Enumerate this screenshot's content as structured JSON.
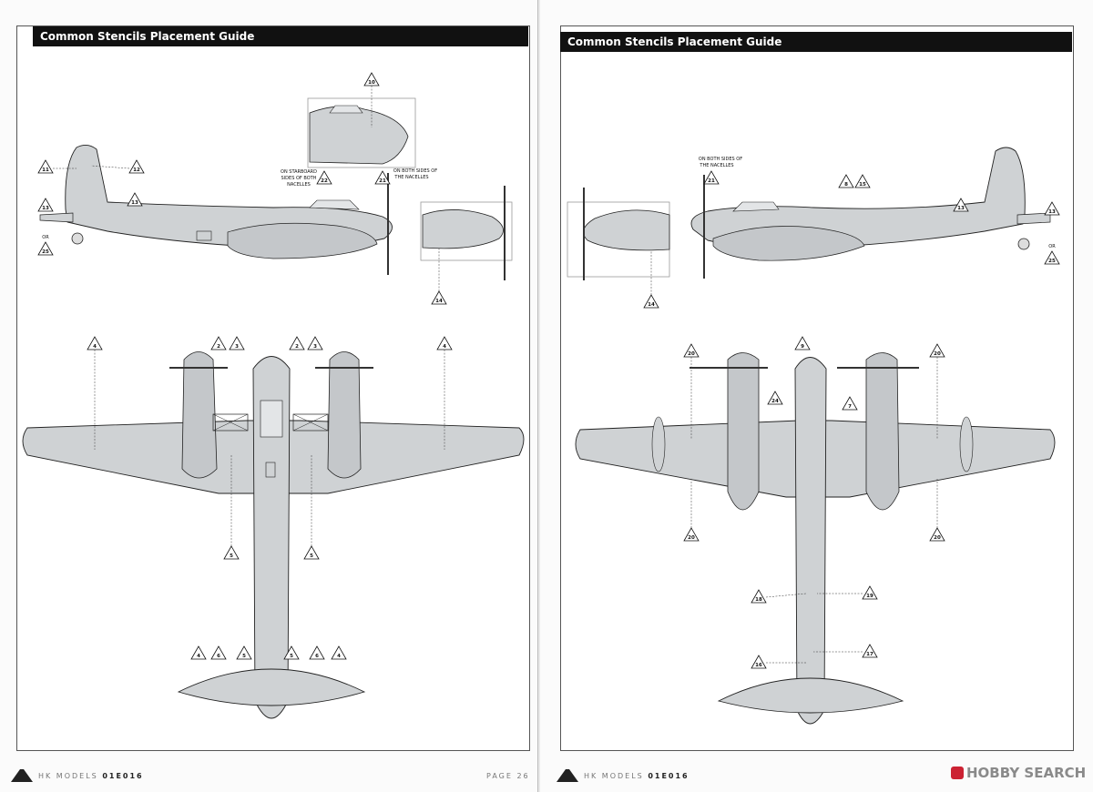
{
  "left_page": {
    "title": "Common Stencils Placement Guide",
    "notes": {
      "starboard": [
        "ON STARBOARD",
        "SIDES OF BOTH",
        "NACELLES"
      ],
      "both_sides": [
        "ON BOTH SIDES OF",
        "THE NACELLES"
      ],
      "or": "OR"
    },
    "footer_brand": "HK MODELS",
    "footer_code": "01E016",
    "page_number": "PAGE 26"
  },
  "right_page": {
    "title": "Common Stencils Placement Guide",
    "notes": {
      "both_sides": [
        "ON BOTH SIDES OF",
        "THE NACELLES"
      ],
      "or": "OR"
    },
    "footer_brand": "HK MODELS",
    "footer_code": "01E016"
  },
  "watermark": "HOBBY SEARCH",
  "callouts_left": [
    "10",
    "11",
    "12",
    "13",
    "13",
    "25",
    "22",
    "21",
    "14",
    "4",
    "2",
    "3",
    "2",
    "3",
    "4",
    "5",
    "5",
    "4",
    "6",
    "5",
    "5",
    "6",
    "4"
  ],
  "callouts_right": [
    "8",
    "15",
    "21",
    "13",
    "13",
    "25",
    "14",
    "20",
    "9",
    "20",
    "24",
    "7",
    "20",
    "20",
    "18",
    "19",
    "17",
    "16"
  ]
}
